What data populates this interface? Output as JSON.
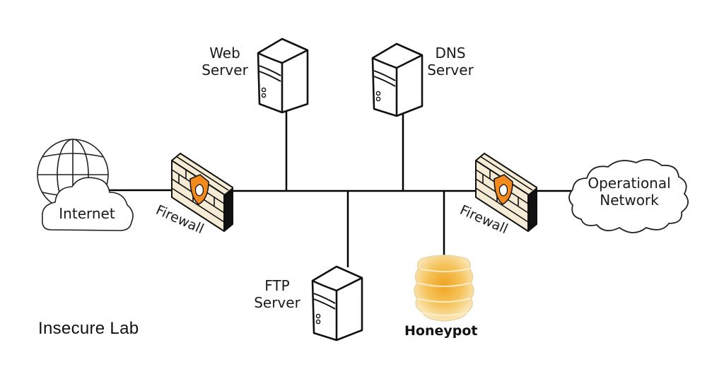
{
  "title": "Insecure Lab",
  "nodes": {
    "internet": {
      "label": "Internet",
      "icon": "globe-cloud-icon"
    },
    "firewall_left": {
      "label": "Firewall",
      "icon": "firewall-icon"
    },
    "web_server": {
      "label_line1": "Web",
      "label_line2": "Server",
      "icon": "server-icon"
    },
    "dns_server": {
      "label_line1": "DNS",
      "label_line2": "Server",
      "icon": "server-icon"
    },
    "ftp_server": {
      "label_line1": "FTP",
      "label_line2": "Server",
      "icon": "server-icon"
    },
    "honeypot": {
      "label": "Honeypot",
      "icon": "honeypot-icon"
    },
    "firewall_right": {
      "label": "Firewall",
      "icon": "firewall-icon"
    },
    "operational_network": {
      "label_line1": "Operational",
      "label_line2": "Network",
      "icon": "cloud-icon"
    }
  },
  "connections": [
    [
      "internet",
      "firewall_left"
    ],
    [
      "firewall_left",
      "backbone"
    ],
    [
      "backbone",
      "web_server"
    ],
    [
      "backbone",
      "dns_server"
    ],
    [
      "backbone",
      "ftp_server"
    ],
    [
      "backbone",
      "honeypot"
    ],
    [
      "backbone",
      "firewall_right"
    ],
    [
      "firewall_right",
      "operational_network"
    ]
  ],
  "colors": {
    "line": "#000000",
    "brick": "#f6ecd6",
    "shield": "#f28a1e",
    "honey": "#f1b43a"
  }
}
